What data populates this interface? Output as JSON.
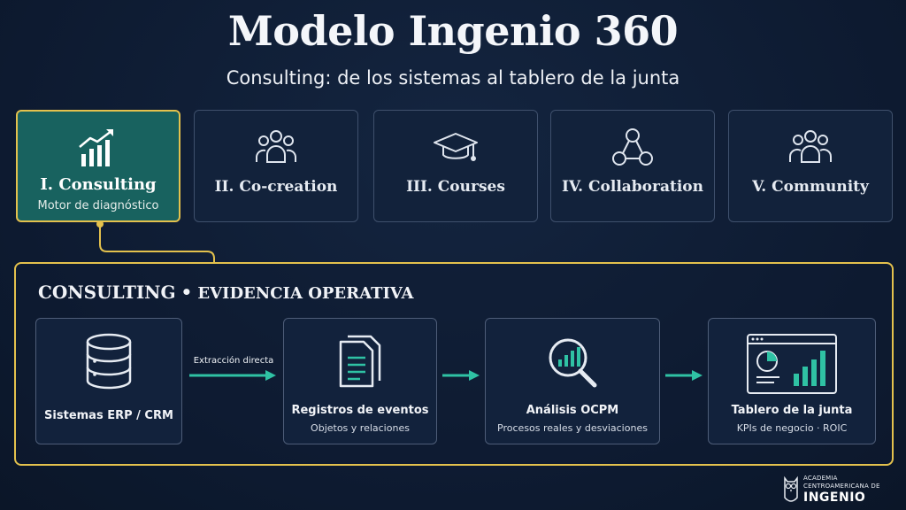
{
  "title": "Modelo Ingenio 360",
  "subtitle": "Consulting: de los sistemas al tablero de la junta",
  "colors": {
    "accent": "#e3c14d",
    "teal": "#18625f",
    "arrow": "#2fc2a4",
    "background": "#0f1c33"
  },
  "tabs": [
    {
      "label": "I. Consulting",
      "sublabel": "Motor de diagnóstico",
      "icon": "growth-chart-icon",
      "active": true
    },
    {
      "label": "II. Co-creation",
      "icon": "group-icon",
      "active": false
    },
    {
      "label": "III. Courses",
      "icon": "graduation-cap-icon",
      "active": false
    },
    {
      "label": "IV. Collaboration",
      "icon": "network-nodes-icon",
      "active": false
    },
    {
      "label": "V. Community",
      "icon": "community-icon",
      "active": false
    }
  ],
  "panel": {
    "heading": "CONSULTING",
    "separator": "•",
    "heading_secondary": "EVIDENCIA OPERATIVA"
  },
  "steps": [
    {
      "title": "Sistemas ERP / CRM",
      "icon": "database-icon"
    },
    {
      "title": "Registros de eventos",
      "description": "Objetos y relaciones",
      "icon": "documents-icon"
    },
    {
      "title": "Análisis OCPM",
      "description": "Procesos reales y desviaciones",
      "icon": "magnifier-chart-icon"
    },
    {
      "title": "Tablero de la junta",
      "description": "KPIs de negocio · ROIC",
      "icon": "dashboard-icon"
    }
  ],
  "arrow_label": "Extracción directa",
  "logo": {
    "line1": "ACADEMIA",
    "line2": "CENTROAMERICANA DE",
    "line3": "INGENIO"
  }
}
